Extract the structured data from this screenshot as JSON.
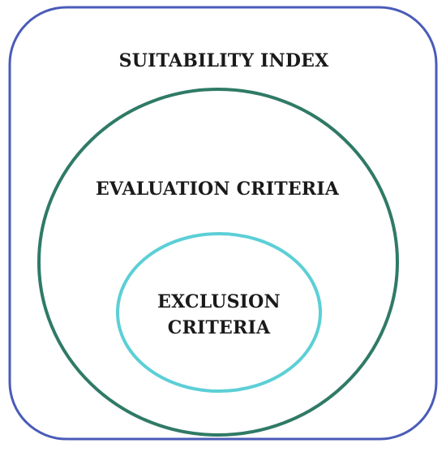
{
  "diagram": {
    "outer": {
      "label": "SUITABILITY INDEX",
      "stroke": "#4a5bb8"
    },
    "middle": {
      "label": "EVALUATION CRITERIA",
      "stroke": "#2f7a66"
    },
    "inner": {
      "label_line1": "EXCLUSION",
      "label_line2": "CRITERIA",
      "stroke": "#5ccfd6"
    }
  }
}
